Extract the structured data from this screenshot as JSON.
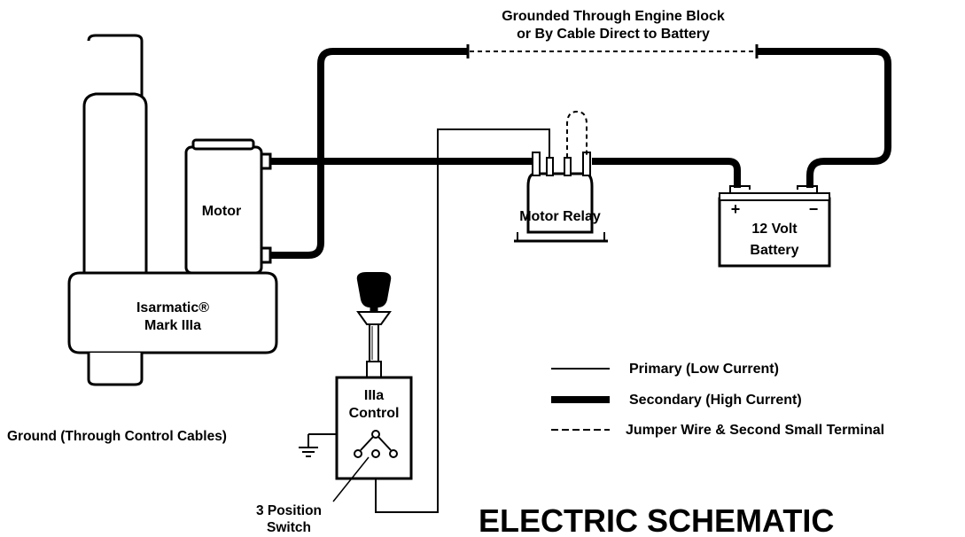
{
  "diagram": {
    "ground_note": {
      "line1": "Grounded Through Engine Block",
      "line2": "or By Cable Direct to Battery"
    },
    "components": {
      "motor": "Motor",
      "unit_line1": "Isarmatic®",
      "unit_line2": "Mark IIIa",
      "relay": "Motor Relay",
      "battery_line1": "12 Volt",
      "battery_line2": "Battery",
      "battery_plus": "+",
      "battery_minus": "−",
      "control_line1": "IIIa",
      "control_line2": "Control"
    },
    "annotations": {
      "ground": "Ground (Through Control Cables)",
      "switch_line1": "3 Position",
      "switch_line2": "Switch"
    },
    "legend": [
      {
        "label": "Primary (Low Current)",
        "style": "thin"
      },
      {
        "label": "Secondary (High Current)",
        "style": "thick"
      },
      {
        "label": "Jumper Wire & Second Small Terminal",
        "style": "dashed"
      }
    ],
    "title": "ELECTRIC SCHEMATIC"
  }
}
